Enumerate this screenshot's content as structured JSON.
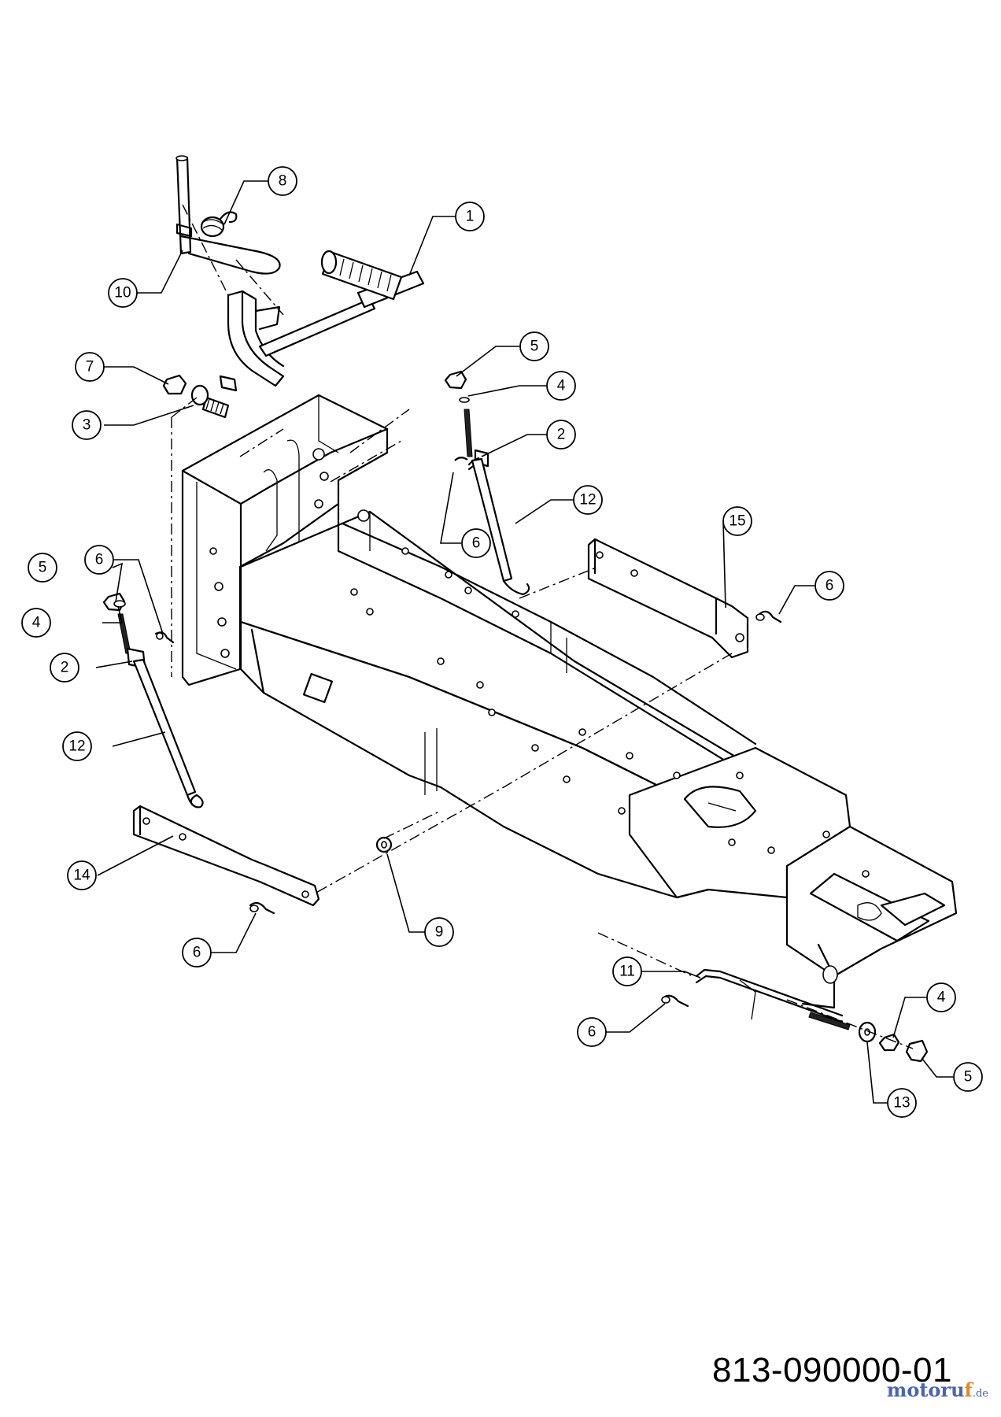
{
  "diagram": {
    "document_number": "813-090000-01",
    "watermark": {
      "text": "motoruf",
      "suffix": ".de"
    },
    "callouts": [
      {
        "id": "c-1",
        "label": "1"
      },
      {
        "id": "c-2a",
        "label": "2"
      },
      {
        "id": "c-2b",
        "label": "2"
      },
      {
        "id": "c-3",
        "label": "3"
      },
      {
        "id": "c-4a",
        "label": "4"
      },
      {
        "id": "c-4b",
        "label": "4"
      },
      {
        "id": "c-4c",
        "label": "4"
      },
      {
        "id": "c-5a",
        "label": "5"
      },
      {
        "id": "c-5b",
        "label": "5"
      },
      {
        "id": "c-5c",
        "label": "5"
      },
      {
        "id": "c-6a",
        "label": "6"
      },
      {
        "id": "c-6b",
        "label": "6"
      },
      {
        "id": "c-6c",
        "label": "6"
      },
      {
        "id": "c-6d",
        "label": "6"
      },
      {
        "id": "c-6e",
        "label": "6"
      },
      {
        "id": "c-7",
        "label": "7"
      },
      {
        "id": "c-8",
        "label": "8"
      },
      {
        "id": "c-9",
        "label": "9"
      },
      {
        "id": "c-10",
        "label": "10"
      },
      {
        "id": "c-11",
        "label": "11"
      },
      {
        "id": "c-12a",
        "label": "12"
      },
      {
        "id": "c-12b",
        "label": "12"
      },
      {
        "id": "c-13",
        "label": "13"
      },
      {
        "id": "c-14",
        "label": "14"
      },
      {
        "id": "c-15",
        "label": "15"
      }
    ]
  }
}
